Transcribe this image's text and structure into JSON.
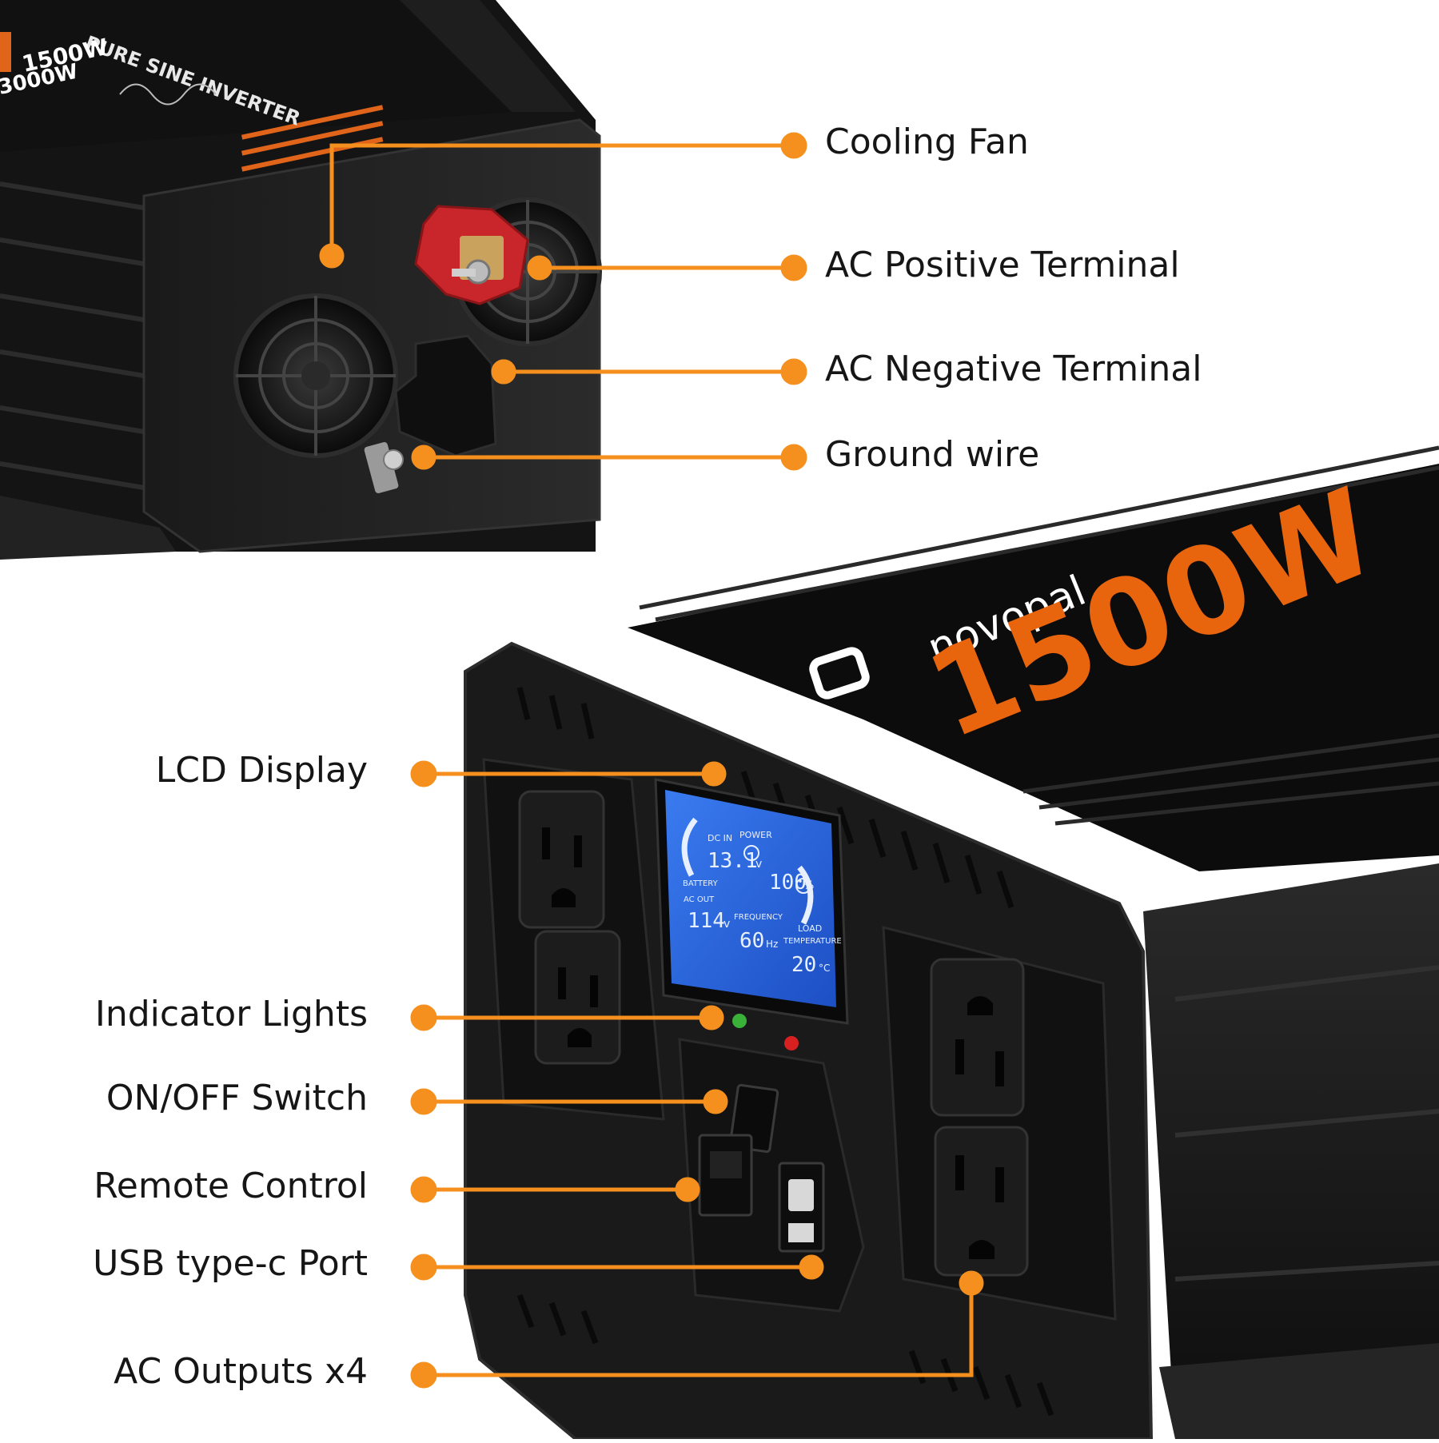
{
  "product": {
    "brand": "novopal",
    "wattage_big": "1500W",
    "top_wattage": "1500W",
    "top_peak": "3000W",
    "top_title": "PURE SINE INVERTER",
    "lcd": {
      "dc_in_label": "DC IN",
      "dc_in_value": "13.1",
      "dc_in_unit": "v",
      "power_label": "POWER",
      "battery_label": "BATTERY",
      "load_value": "100",
      "load_unit": "%",
      "load_label": "LOAD",
      "ac_out_label": "AC OUT",
      "ac_out_value": "114",
      "ac_out_unit": "v",
      "frequency_label": "FREQUENCY",
      "frequency_value": "60",
      "frequency_unit": "Hz",
      "temperature_label": "TEMPERATURE",
      "temperature_value": "20",
      "temperature_unit": "°C"
    }
  },
  "callouts_top": [
    {
      "label": "Cooling Fan"
    },
    {
      "label": "AC Positive Terminal"
    },
    {
      "label": "AC Negative Terminal"
    },
    {
      "label": "Ground wire"
    }
  ],
  "callouts_bottom": [
    {
      "label": "LCD Display"
    },
    {
      "label": "Indicator Lights"
    },
    {
      "label": "ON/OFF Switch"
    },
    {
      "label": "Remote Control"
    },
    {
      "label": "USB type-c Port"
    },
    {
      "label": "AC Outputs x4"
    }
  ],
  "colors": {
    "accent": "#f5901e",
    "body": "#1b1b1b",
    "lcd": "#2f6de0",
    "brand_orange": "#e8650e"
  }
}
